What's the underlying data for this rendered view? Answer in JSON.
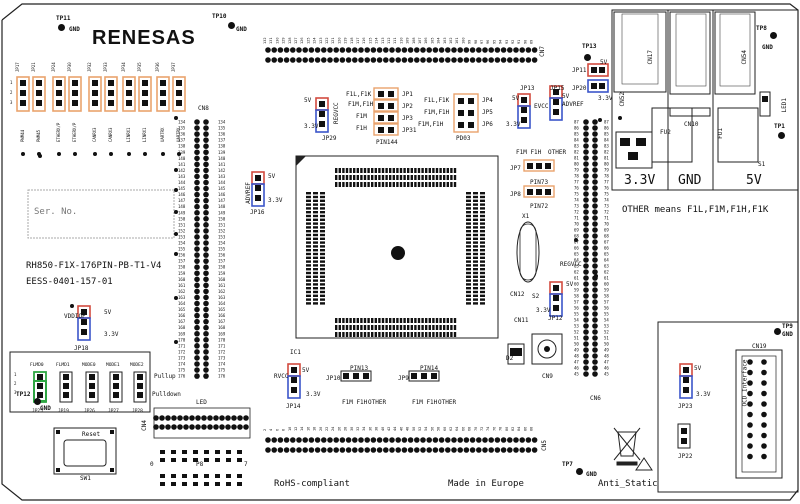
{
  "brand": {
    "logo_text": "RENESAS"
  },
  "board": {
    "model": "RH850-F1X-176PIN-PB-T1-V4",
    "part": "EESS-0401-157-01",
    "serial_label": "Ser. No.",
    "rohs": "RoHS-compliant",
    "made_in": "Made in Europe",
    "anti_static": "Anti_Static",
    "other_note": "OTHER means F1L,F1M,F1H,F1K"
  },
  "testpoints": {
    "tp11": "TP11",
    "tp10": "TP10",
    "tp8": "TP8",
    "tp13": "TP13",
    "tp1": "TP1",
    "tp12": "TP12",
    "tp7": "TP7",
    "tp9": "TP9",
    "gnd": "GND"
  },
  "top_jumpers": [
    "PWM44",
    "PWM45",
    "ETHERX/P",
    "ETHERX/P",
    "CANRX3",
    "CANRX3",
    "LINRX1",
    "LINRX1",
    "UARTRX",
    "UARTRX"
  ],
  "jp_labels": {
    "jp17": "JP17",
    "jp21": "JP21",
    "jp24": "JP24",
    "jp30": "JP30",
    "jp32": "JP32",
    "jp33": "JP33",
    "jp34": "JP34",
    "jp35": "JP35",
    "jp36": "JP36",
    "jp37": "JP37"
  },
  "connectors": {
    "cn8": "CN8",
    "cn7": "CN7",
    "cn6": "CN6",
    "cn5": "CN5",
    "cn4": "CN4",
    "cn9": "CN9",
    "cn10": "CN10",
    "cn11": "CN11",
    "cn12": "CN12",
    "cn17": "CN17",
    "cn19": "CN19",
    "cn54": "CN54"
  },
  "cn8_pins": [
    "134",
    "135",
    "136",
    "137",
    "138",
    "139",
    "140",
    "141",
    "142",
    "143",
    "144",
    "145",
    "146",
    "147",
    "148",
    "149",
    "150",
    "151",
    "152",
    "153",
    "154",
    "155",
    "156",
    "157",
    "158",
    "159",
    "160",
    "161",
    "162",
    "163",
    "164",
    "165",
    "166",
    "167",
    "168",
    "169",
    "170",
    "171",
    "172",
    "173",
    "174",
    "175",
    "176"
  ],
  "cn6_pins": [
    "87",
    "86",
    "85",
    "84",
    "83",
    "82",
    "81",
    "80",
    "79",
    "78",
    "77",
    "76",
    "75",
    "74",
    "73",
    "72",
    "71",
    "70",
    "69",
    "68",
    "67",
    "66",
    "65",
    "64",
    "63",
    "62",
    "61",
    "60",
    "59",
    "58",
    "57",
    "56",
    "55",
    "54",
    "53",
    "52",
    "51",
    "50",
    "49",
    "48",
    "47",
    "46",
    "45"
  ],
  "cn7_pins": [
    "132",
    "131",
    "130",
    "129",
    "128",
    "127",
    "126",
    "125",
    "124",
    "123",
    "122",
    "121",
    "120",
    "119",
    "118",
    "117",
    "116",
    "115",
    "114",
    "113",
    "112",
    "111",
    "110",
    "109",
    "108",
    "107",
    "106",
    "105",
    "104",
    "103",
    "102",
    "101",
    "100",
    "99",
    "98",
    "97",
    "96",
    "95",
    "94",
    "93",
    "92",
    "91",
    "90",
    "89"
  ],
  "cn5_pins": [
    "2",
    "4",
    "6",
    "8",
    "10",
    "12",
    "14",
    "16",
    "18",
    "20",
    "22",
    "24",
    "26",
    "28",
    "30",
    "32",
    "34",
    "36",
    "38",
    "40",
    "42",
    "44",
    "46",
    "48",
    "50",
    "52",
    "54",
    "56",
    "58",
    "60",
    "62",
    "64",
    "66",
    "68",
    "70",
    "72",
    "74",
    "76",
    "78",
    "80",
    "82",
    "84",
    "86",
    "88"
  ],
  "jumpers": {
    "jp16": "JP16",
    "adref": "ADVREF",
    "v5": "5V",
    "v33": "3.3V",
    "jp29": "JP29",
    "rreg": "REGVCC",
    "jp1": "JP1",
    "jp2": "JP2",
    "jp3": "JP3",
    "jp31": "JP31",
    "jp4": "JP4",
    "jp5": "JP5",
    "jp6": "JP6",
    "f1l_f1k": "F1L,F1K",
    "f1m_f1h": "F1M,F1H",
    "f1m": "F1M",
    "f1h": "F1H",
    "f1m_f1h2": "F1M,F1H",
    "f1mf1h": "F1M,F1H",
    "pin44": "PIN144",
    "pd03": "PD03",
    "jp13": "JP13",
    "evcc": "EVCC",
    "jp15": "JP15",
    "adavref": "ADVREF",
    "jp7": "JP7",
    "jp8": "JP8",
    "pin73": "PIN73",
    "pin72": "PIN72",
    "other": "OTHER",
    "f1mf1h_v": "F1M F1H",
    "jp11": "JP11",
    "jp20": "JP20",
    "jp18": "JP18",
    "vddiof": "VDDIOF",
    "jp14": "JP14",
    "rvcc": "RVCC",
    "ic1": "IC1",
    "jp10": "JP10",
    "pin13": "PIN13",
    "jp9": "JP9",
    "pin14": "PIN14",
    "jp12": "JP12",
    "jp23": "JP23",
    "jp22": "JP22",
    "x1": "X1",
    "d2": "D2",
    "s2": "S2",
    "s1": "S1",
    "fu2": "FU2",
    "fu1": "FU1",
    "led1": "LED1",
    "cn52": "CN52"
  },
  "modes": {
    "labels": [
      "FLMD0",
      "FLMD1",
      "MODE0",
      "MODE1",
      "MODE2"
    ],
    "pullup": "Pullup",
    "pulldown": "Pulldown",
    "jp_row": [
      "JP25",
      "JP19",
      "JP26",
      "JP27",
      "JP28"
    ]
  },
  "led": {
    "label": "LED",
    "p8": "P8",
    "zero": "0",
    "seven": "7",
    "cn4": "CN4"
  },
  "reset": {
    "label": "Reset",
    "sw": "SW1"
  },
  "power": {
    "v33": "3.3V",
    "gnd": "GND",
    "v5": "5V"
  },
  "ocd": {
    "label": "OCD Interface"
  },
  "colors": {
    "orange": "#e9a36d",
    "blue": "#3b55c9",
    "red": "#d24b3f",
    "green": "#2fa743",
    "board": "#ffffff",
    "line": "#1a1a1a"
  }
}
